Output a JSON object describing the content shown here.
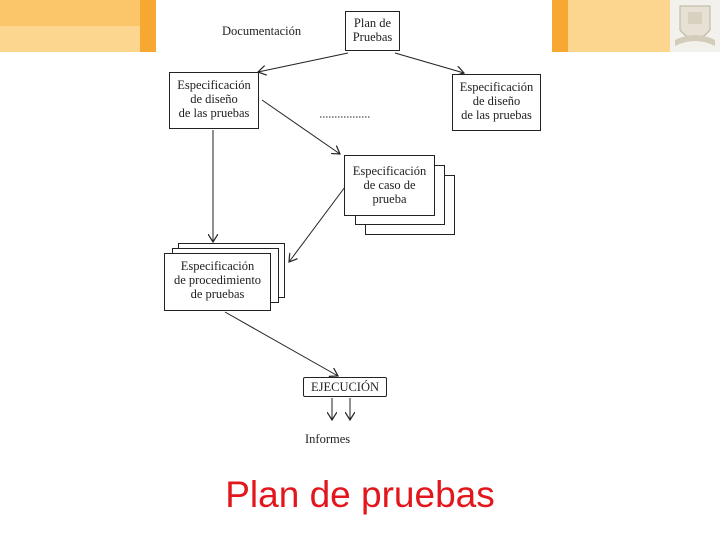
{
  "diagram": {
    "label_documentacion": "Documentación",
    "plan_de_pruebas_box": [
      "Plan de",
      "Pruebas"
    ],
    "spec_diseno_left": [
      "Especificación",
      "de diseño",
      "de las pruebas"
    ],
    "spec_diseno_right": [
      "Especificación",
      "de diseño",
      "de las pruebas"
    ],
    "spec_caso": [
      "Especificación",
      "de caso de",
      "prueba"
    ],
    "spec_procedimiento": [
      "Especificación",
      "de procedimiento",
      "de pruebas"
    ],
    "ejecucion": "EJECUCIÓN",
    "informes": "Informes"
  },
  "slide": {
    "title": "Plan de pruebas",
    "title_color": "#e3161b",
    "accent_color": "#f7a833",
    "accent_light": "#fbd08a",
    "logo_name": "university-crest-logo"
  }
}
